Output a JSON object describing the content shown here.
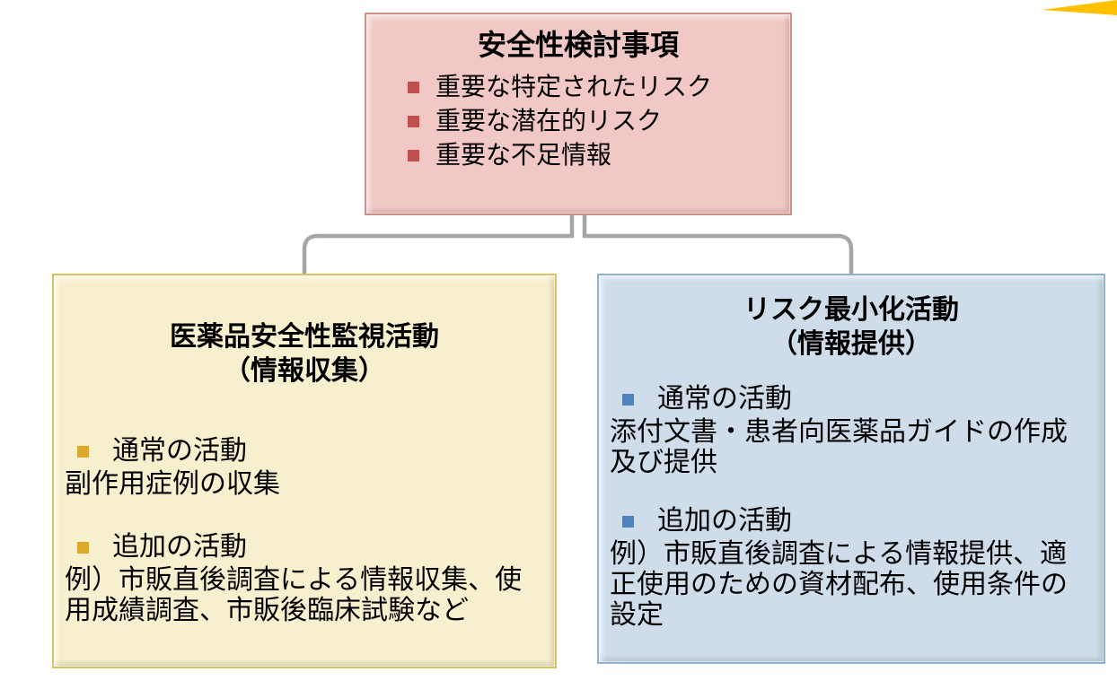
{
  "top_box": {
    "title": "安全性検討事項",
    "bullets": [
      "重要な特定されたリスク",
      "重要な潜在的リスク",
      "重要な不足情報"
    ],
    "colors": {
      "fill": "#F1C8C5",
      "border": "#D08F8B",
      "bullet": "#C0504D"
    }
  },
  "left_box": {
    "title": "医薬品安全性監視活動",
    "subtitle": "（情報収集）",
    "sections": [
      {
        "heading": "通常の活動",
        "body": "副作用症例の収集"
      },
      {
        "heading": "追加の活動",
        "body": "例）市販直後調査による情報収集、使用成績調査、市販後臨床試験など"
      }
    ],
    "colors": {
      "fill": "#F7F0CE",
      "border": "#D9C55F",
      "bullet": "#DCA92B"
    }
  },
  "right_box": {
    "title": "リスク最小化活動",
    "subtitle": "（情報提供）",
    "sections": [
      {
        "heading": "通常の活動",
        "body": "添付文書・患者向医薬品ガイドの作成及び提供"
      },
      {
        "heading": "追加の活動",
        "body": "例）市販直後調査による情報提供、適正使用のための資材配布、使用条件の設定"
      }
    ],
    "colors": {
      "fill": "#CFDDEA",
      "border": "#93B1CC",
      "bullet": "#4F81BD"
    }
  },
  "connector": {
    "color": "#A6A6A6"
  },
  "decoration": {
    "corner_triangle_color": "#FFC000"
  }
}
